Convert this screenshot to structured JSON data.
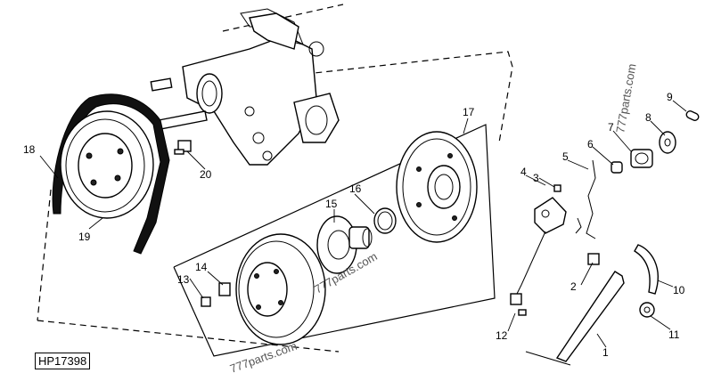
{
  "figure_id": "HP17398",
  "watermarks": [
    "777parts.com",
    "777parts.com",
    "777parts.com"
  ],
  "callouts": [
    "1",
    "2",
    "3",
    "4",
    "5",
    "6",
    "7",
    "8",
    "9",
    "10",
    "11",
    "12",
    "13",
    "14",
    "15",
    "16",
    "17",
    "18",
    "19",
    "20"
  ]
}
